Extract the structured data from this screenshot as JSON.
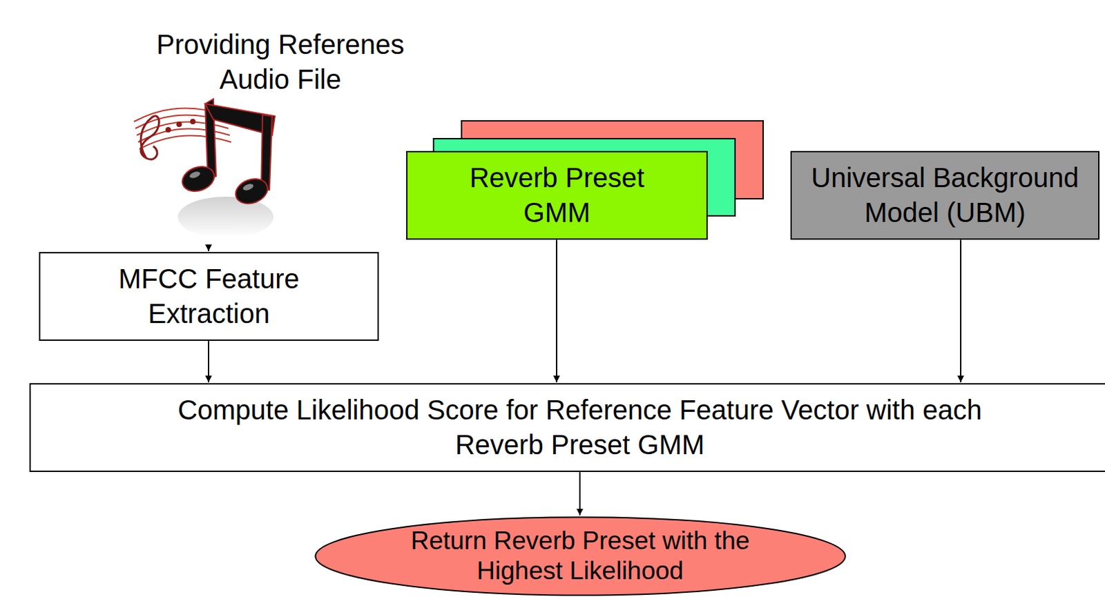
{
  "diagram": {
    "nodes": [
      {
        "text": [
          "Providing Referenes Audio File"
        ]
      },
      {
        "text": [
          "MFCC Feature Extraction"
        ]
      },
      {
        "text": [
          "Reverb Preset GMM"
        ]
      },
      {
        "text": [
          "Universal Background Model (UBM)"
        ]
      },
      {
        "text": [
          "Compute Likelihood Score for Reference Feature Vector with each Reverb Preset GMM"
        ]
      },
      {
        "text": [
          "Return Reverb Preset with the Highest Likelihood"
        ]
      }
    ],
    "edges": [
      {
        "from": 0,
        "to": 1,
        "arrow": "to"
      },
      {
        "from": 1,
        "to": 4,
        "arrow": "to"
      },
      {
        "from": 2,
        "to": 4,
        "arrow": "to"
      },
      {
        "from": 3,
        "to": 4,
        "arrow": "to"
      },
      {
        "from": 4,
        "to": 5,
        "arrow": "to"
      }
    ]
  }
}
